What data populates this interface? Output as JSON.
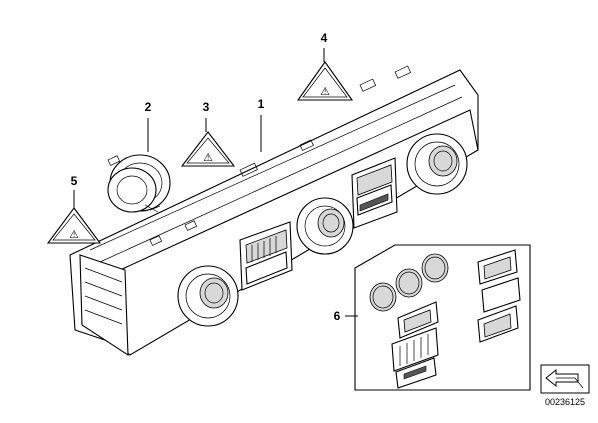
{
  "callouts": {
    "c1": "1",
    "c2": "2",
    "c3": "3",
    "c4": "4",
    "c5": "5",
    "c6": "6"
  },
  "warning_symbol_text": "⚠",
  "reference_number": "00236125"
}
